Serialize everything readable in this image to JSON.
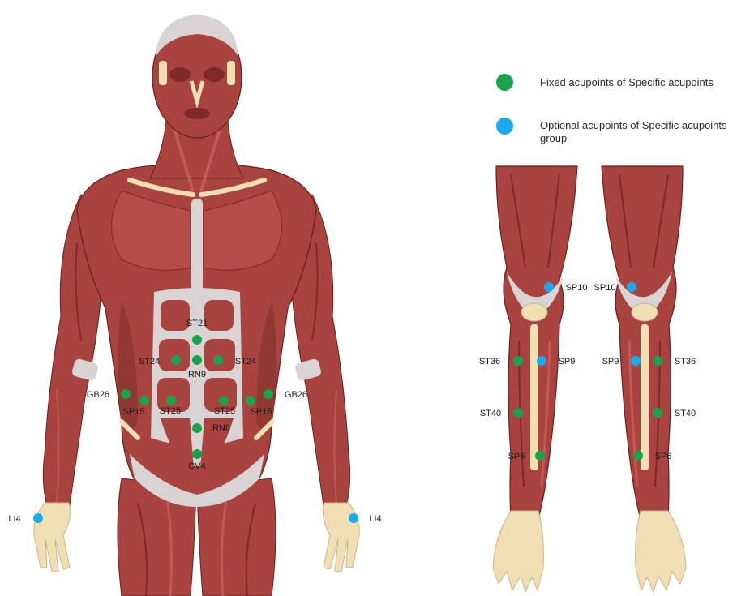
{
  "colors": {
    "fixed": "#1aa34a",
    "optional": "#1ca9ec",
    "muscle": "#a8433f",
    "muscle_dark": "#7e2a28",
    "muscle_light": "#c05a52",
    "tendon": "#d9d3d3",
    "bone": "#f1dfb4",
    "skin_outline": "#6b1f1d"
  },
  "legend": {
    "fixed_label": "Fixed acupoints of Specific acupoints",
    "optional_label": "Optional acupoints of Specific acupoints group"
  },
  "body_points": [
    {
      "label": "ST21",
      "type": "fixed"
    },
    {
      "label": "ST24",
      "type": "fixed"
    },
    {
      "label": "RN9",
      "type": "fixed"
    },
    {
      "label": "ST24",
      "type": "fixed"
    },
    {
      "label": "GB26",
      "type": "fixed"
    },
    {
      "label": "SP15",
      "type": "fixed"
    },
    {
      "label": "ST25",
      "type": "fixed"
    },
    {
      "label": "ST25",
      "type": "fixed"
    },
    {
      "label": "SP15",
      "type": "fixed"
    },
    {
      "label": "GB26",
      "type": "fixed"
    },
    {
      "label": "RN6",
      "type": "fixed"
    },
    {
      "label": "CV4",
      "type": "fixed"
    },
    {
      "label": "LI4",
      "type": "optional"
    },
    {
      "label": "LI4",
      "type": "optional"
    }
  ],
  "leg_points": [
    {
      "label": "SP10",
      "type": "optional"
    },
    {
      "label": "SP10",
      "type": "optional"
    },
    {
      "label": "ST36",
      "type": "fixed"
    },
    {
      "label": "SP9",
      "type": "optional"
    },
    {
      "label": "SP9",
      "type": "optional"
    },
    {
      "label": "ST36",
      "type": "fixed"
    },
    {
      "label": "ST40",
      "type": "fixed"
    },
    {
      "label": "ST40",
      "type": "fixed"
    },
    {
      "label": "SP6",
      "type": "fixed"
    },
    {
      "label": "SP6",
      "type": "fixed"
    }
  ]
}
